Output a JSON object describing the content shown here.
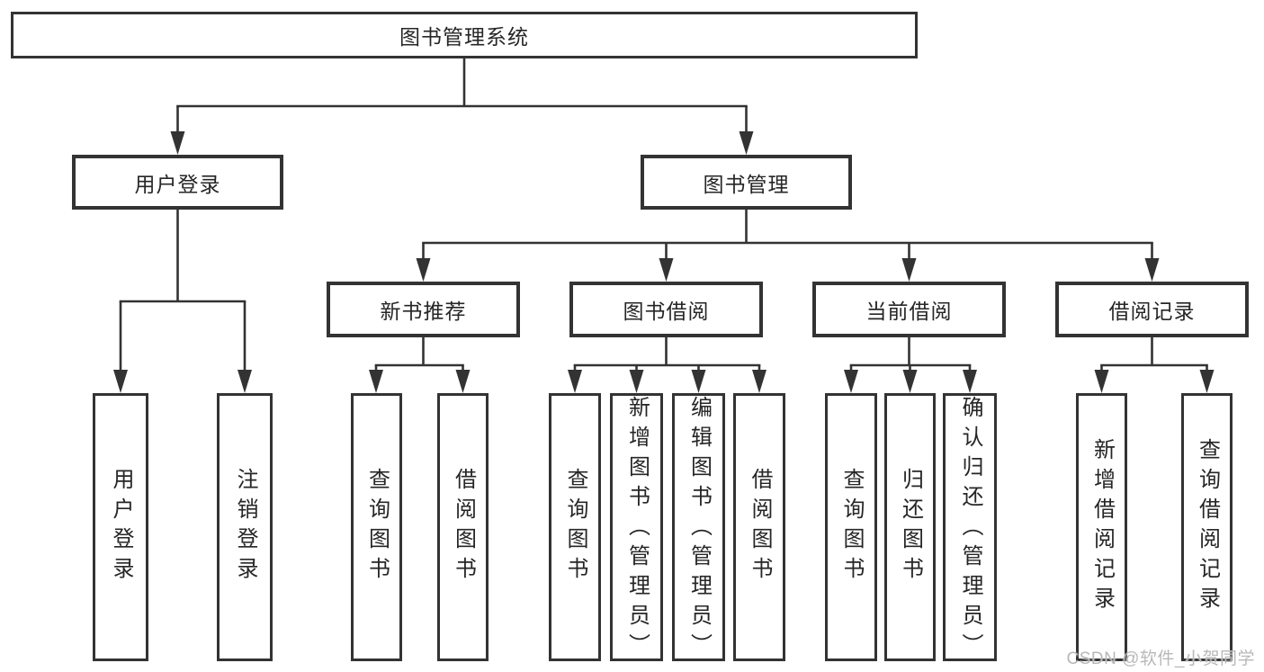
{
  "tree": {
    "root": "图书管理系统",
    "user_login": {
      "label": "用户登录",
      "leaves": [
        "用户登录",
        "注销登录"
      ]
    },
    "book_mgmt": {
      "label": "图书管理",
      "children": [
        {
          "label": "新书推荐",
          "leaves": [
            "查询图书",
            "借阅图书"
          ]
        },
        {
          "label": "图书借阅",
          "leaves": [
            "查询图书",
            "新增图书（管理员）",
            "编辑图书（管理员）",
            "借阅图书"
          ]
        },
        {
          "label": "当前借阅",
          "leaves": [
            "查询图书",
            "归还图书",
            "确认归还（管理员）"
          ]
        },
        {
          "label": "借阅记录",
          "leaves": [
            "新增借阅记录",
            "查询借阅记录"
          ]
        }
      ]
    }
  },
  "watermark": "CSDN @软件_小贺同学",
  "colors": {
    "line": "#333333",
    "text": "#262626",
    "watermark": "#b8b8b8",
    "background": "#ffffff"
  }
}
